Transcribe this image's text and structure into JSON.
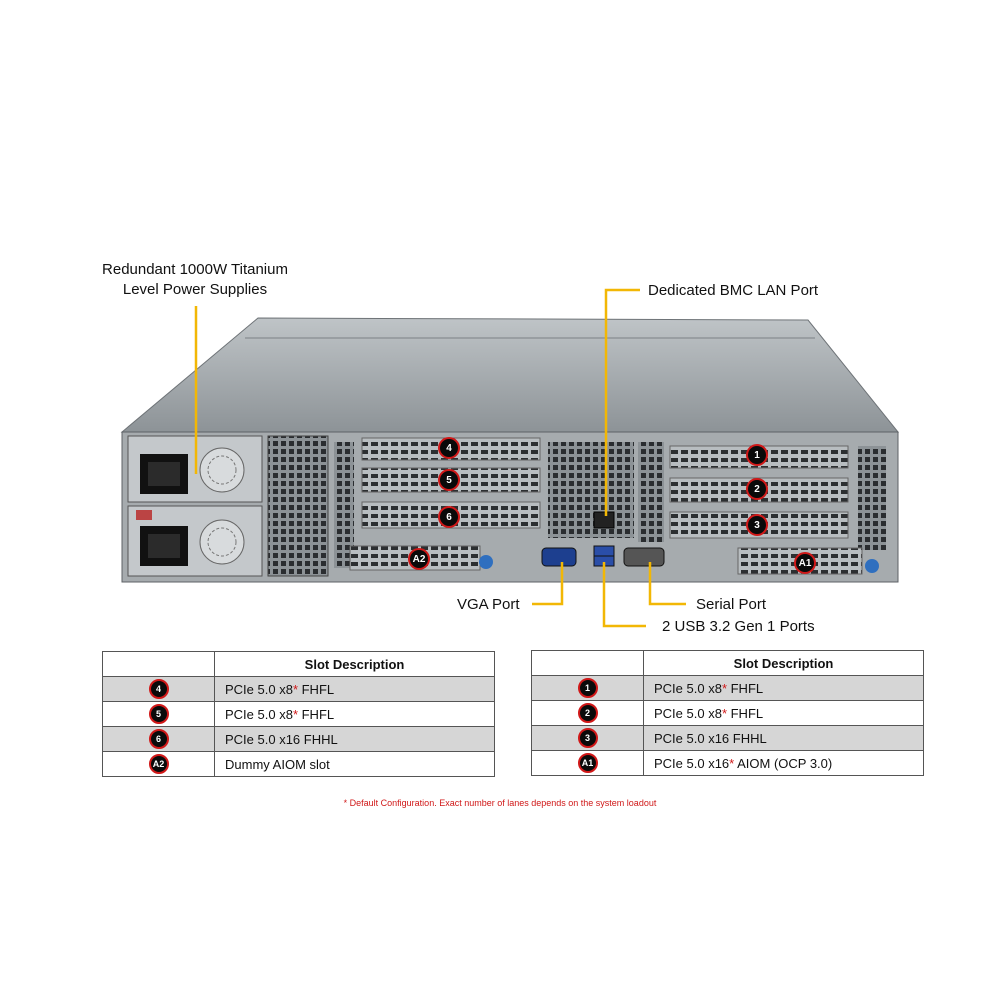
{
  "callouts": {
    "psu_line1": "Redundant  1000W Titanium",
    "psu_line2": "Level Power Supplies",
    "bmc": "Dedicated BMC LAN Port",
    "vga": "VGA Port",
    "serial": "Serial Port",
    "usb": "2 USB 3.2 Gen 1 Ports"
  },
  "chassis_badges": {
    "s1": "1",
    "s2": "2",
    "s3": "3",
    "s4": "4",
    "s5": "5",
    "s6": "6",
    "a1": "A1",
    "a2": "A2"
  },
  "left_table": {
    "header": "Slot Description",
    "rows": [
      {
        "slot": "4",
        "desc": "PCIe 5.0 x8",
        "mark": "*",
        "tail": " FHFL"
      },
      {
        "slot": "5",
        "desc": "PCIe 5.0 x8",
        "mark": "*",
        "tail": " FHFL"
      },
      {
        "slot": "6",
        "desc": "PCIe 5.0 x16 FHHL",
        "mark": "",
        "tail": ""
      },
      {
        "slot": "A2",
        "desc": "Dummy AIOM slot",
        "mark": "",
        "tail": ""
      }
    ]
  },
  "right_table": {
    "header": "Slot Description",
    "rows": [
      {
        "slot": "1",
        "desc": "PCIe 5.0 x8",
        "mark": "*",
        "tail": " FHFL"
      },
      {
        "slot": "2",
        "desc": "PCIe 5.0 x8",
        "mark": "*",
        "tail": " FHFL"
      },
      {
        "slot": "3",
        "desc": "PCIe 5.0 x16 FHHL",
        "mark": "",
        "tail": ""
      },
      {
        "slot": "A1",
        "desc": "PCIe 5.0 x16",
        "mark": "*",
        "tail": " AIOM (OCP 3.0)"
      }
    ]
  },
  "footnote": "* Default Configuration. Exact number of lanes depends on the system loadout",
  "colors": {
    "callout_line": "#f2b705",
    "badge_ring": "#d01818",
    "chassis": "#9aa0a4"
  }
}
